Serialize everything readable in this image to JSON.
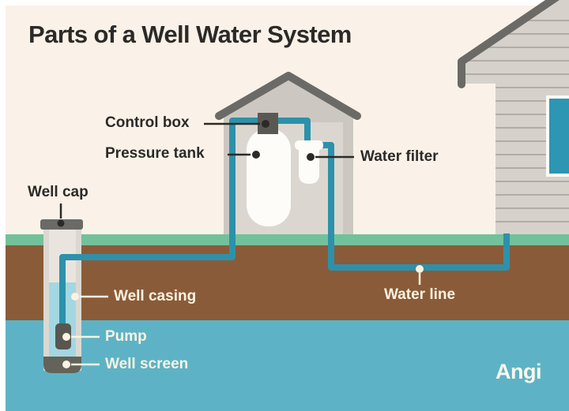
{
  "title": "Parts of a Well Water System",
  "brand": {
    "logo_text": "Angi"
  },
  "labels": {
    "control_box": "Control box",
    "pressure_tank": "Pressure tank",
    "water_filter": "Water filter",
    "well_cap": "Well cap",
    "well_casing": "Well casing",
    "pump": "Pump",
    "well_screen": "Well screen",
    "water_line": "Water line"
  },
  "colors": {
    "frame_white": "#ffffff",
    "background_cream": "#faf2e8",
    "grass_green": "#72c19b",
    "soil_brown": "#8a5b38",
    "groundwater_teal": "#5db3c5",
    "casing_water_blue": "#a3d7e2",
    "pipe_teal": "#2d91ab",
    "structure_gray_dark": "#6b6a66",
    "control_box_gray": "#5a5852",
    "pump_gray": "#57564f",
    "screen_gray": "#646259",
    "shed_body_gray": "#ccc8c1",
    "shed_inner_gray": "#dbd7d0",
    "siding_gray": "#d6d2cb",
    "siding_line_gray": "#b1ada6",
    "white_shape": "#fdfcf8",
    "casing_gray": "#dcd8d1",
    "casing_inner_gray": "#e9e5de",
    "window_teal": "#2e95b2",
    "label_dark": "#2b2a28",
    "label_light": "#fbf2e1"
  }
}
